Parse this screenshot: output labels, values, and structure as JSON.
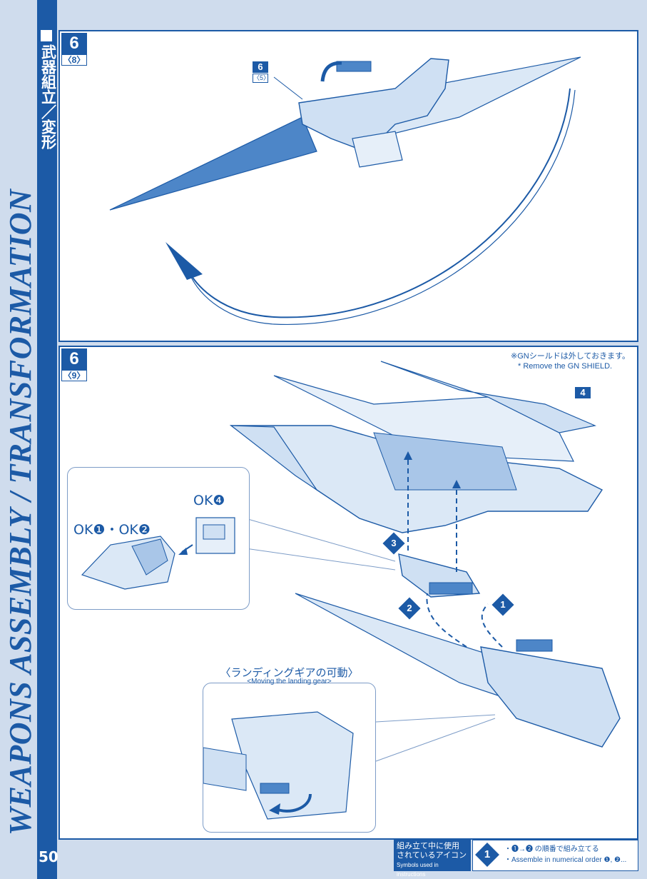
{
  "sidebar": {
    "jp_title": "武器組立／変形",
    "en_title": "WEAPONS ASSEMBLY / TRANSFORMATION",
    "page_number": "50"
  },
  "step1": {
    "number": "6",
    "sub": "〈8〉",
    "part_ref": {
      "number": "6",
      "sub": "〈5〉"
    }
  },
  "step2": {
    "number": "6",
    "sub": "〈9〉",
    "note_jp": "※GNシールドは外しておきます。",
    "note_en": "* Remove the GN SHIELD.",
    "part_ref": "4",
    "order_badges": [
      "1",
      "2",
      "3"
    ],
    "ok_callout": {
      "ok_a": "OK❶・OK❷",
      "ok_b": "OK❹"
    },
    "landing_gear": {
      "title_jp": "〈ランディングギアの可動〉",
      "title_en": "<Moving the landing gear>"
    }
  },
  "legend": {
    "label_jp_1": "組み立て中に使用",
    "label_jp_2": "されているアイコン",
    "label_en": "Symbols used in instructions",
    "icon_number": "1",
    "desc_jp": "・❶→❷ の順番で組み立てる",
    "desc_en": "・Assemble in numerical order ❶, ❷..."
  },
  "colors": {
    "accent": "#1c5aa6",
    "background": "#cfdced",
    "part_fill": "#7fa8d9",
    "part_light": "#dbe8f6"
  }
}
